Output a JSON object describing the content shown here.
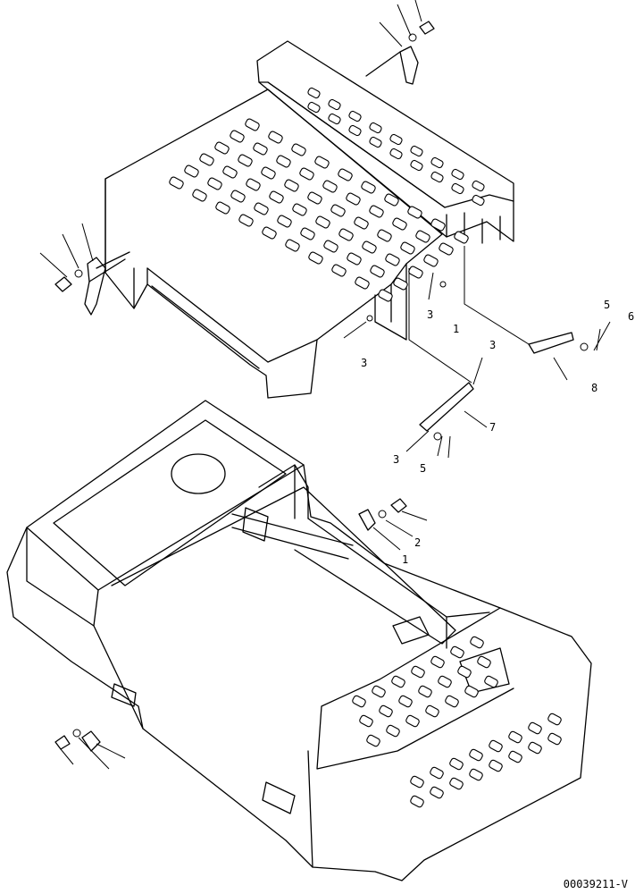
{
  "drawing_ref": "00039211-V",
  "callouts": [
    {
      "id": "c3a",
      "text": "3"
    },
    {
      "id": "c1a",
      "text": "1"
    },
    {
      "id": "c3b",
      "text": "3"
    },
    {
      "id": "c3c",
      "text": "3"
    },
    {
      "id": "c5",
      "text": "5"
    },
    {
      "id": "c6",
      "text": "6"
    },
    {
      "id": "c8",
      "text": "8"
    },
    {
      "id": "c3d",
      "text": "3"
    },
    {
      "id": "c7",
      "text": "7"
    },
    {
      "id": "c3e",
      "text": "3"
    },
    {
      "id": "c5b",
      "text": "5"
    },
    {
      "id": "c2",
      "text": "2"
    },
    {
      "id": "c1b",
      "text": "1"
    }
  ]
}
